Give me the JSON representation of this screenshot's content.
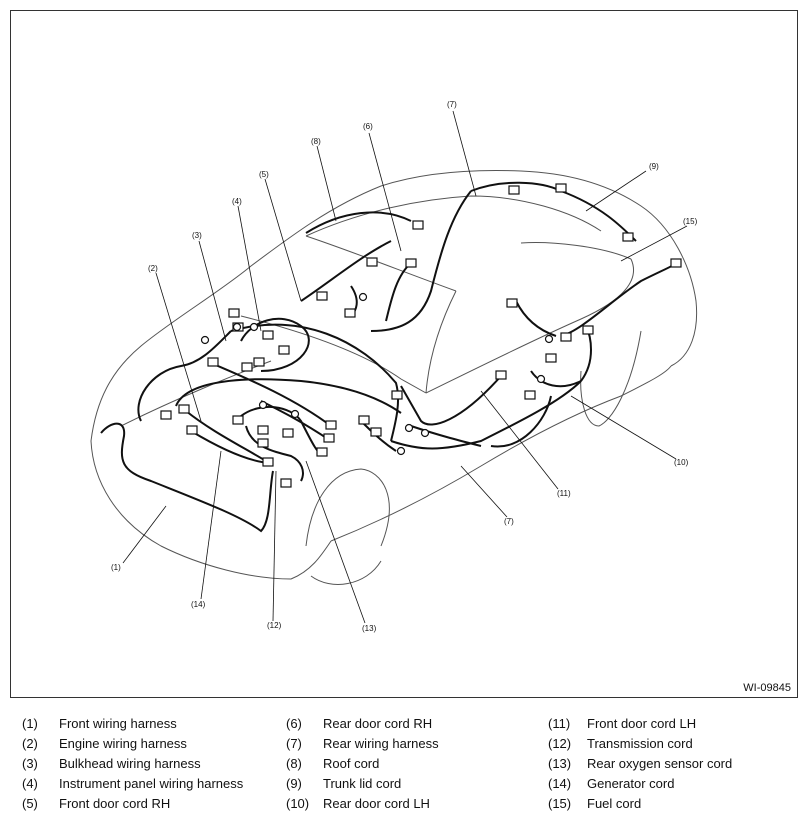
{
  "figure_code": "WI-09845",
  "callouts": [
    "(1)",
    "(2)",
    "(3)",
    "(4)",
    "(5)",
    "(6)",
    "(7)",
    "(8)",
    "(9)",
    "(10)",
    "(11)",
    "(12)",
    "(13)",
    "(14)",
    "(15)"
  ],
  "legend": {
    "columns": [
      [
        {
          "num": "(1)",
          "label": "Front wiring harness"
        },
        {
          "num": "(2)",
          "label": "Engine wiring harness"
        },
        {
          "num": "(3)",
          "label": "Bulkhead wiring harness"
        },
        {
          "num": "(4)",
          "label": "Instrument panel wiring harness"
        },
        {
          "num": "(5)",
          "label": "Front door cord RH"
        }
      ],
      [
        {
          "num": "(6)",
          "label": "Rear door cord RH"
        },
        {
          "num": "(7)",
          "label": "Rear wiring harness"
        },
        {
          "num": "(8)",
          "label": "Roof cord"
        },
        {
          "num": "(9)",
          "label": "Trunk lid cord"
        },
        {
          "num": "(10)",
          "label": "Rear door cord LH"
        }
      ],
      [
        {
          "num": "(11)",
          "label": "Front door cord LH"
        },
        {
          "num": "(12)",
          "label": "Transmission cord"
        },
        {
          "num": "(13)",
          "label": "Rear oxygen sensor cord"
        },
        {
          "num": "(14)",
          "label": "Generator cord"
        },
        {
          "num": "(15)",
          "label": "Fuel cord"
        }
      ]
    ]
  }
}
